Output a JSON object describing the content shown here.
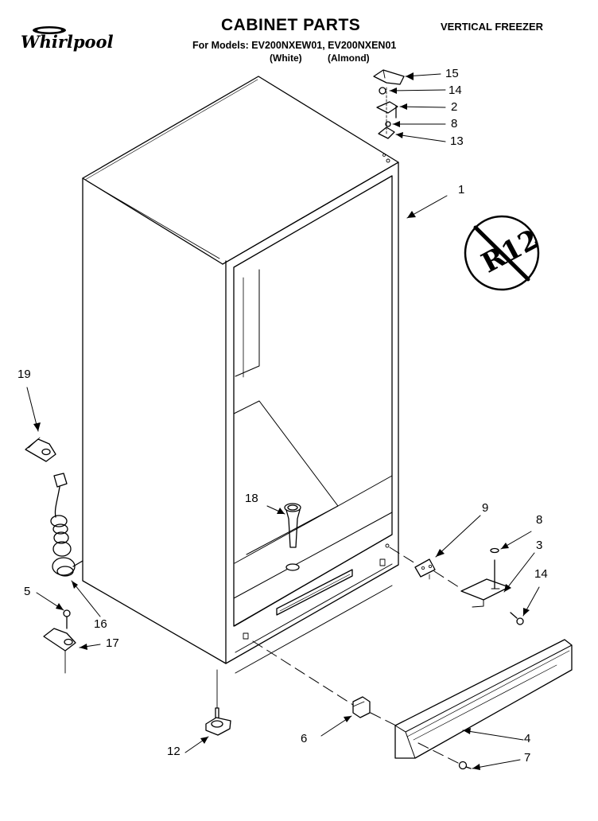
{
  "header": {
    "brand": "Whirlpool",
    "title": "CABINET PARTS",
    "category": "VERTICAL FREEZER",
    "models_line": "For Models: EV200NXEW01, EV200NXEN01",
    "color_white": "(White)",
    "color_almond": "(Almond)"
  },
  "badge": {
    "text": "R12",
    "meaning": "no-R12-refrigerant"
  },
  "callouts": {
    "c15": "15",
    "c14_top": "14",
    "c2": "2",
    "c8_top": "8",
    "c13": "13",
    "c1": "1",
    "c19": "19",
    "c18": "18",
    "c9": "9",
    "c8_right": "8",
    "c3": "3",
    "c14_right": "14",
    "c5": "5",
    "c16": "16",
    "c17": "17",
    "c6": "6",
    "c4": "4",
    "c7": "7",
    "c12": "12"
  }
}
